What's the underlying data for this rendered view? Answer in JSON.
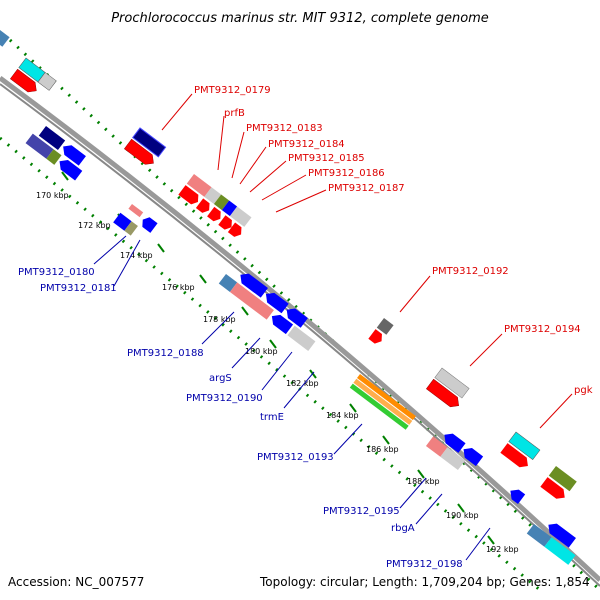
{
  "title": "Prochlorococcus marinus str. MIT 9312, complete genome",
  "footer": {
    "accession": "Accession: NC_007577",
    "summary": "Topology: circular; Length: 1,709,204 bp; Genes: 1,854"
  },
  "colors": {
    "backbone": "#999999",
    "tick_outer": "#008000",
    "forward": "#ff0000",
    "forward_dark": "#cc0000",
    "reverse": "#0000ff",
    "reverse_dark": "#000080",
    "label_forward": "#dd0000",
    "label_reverse": "#0000aa",
    "rna_gray": "#cccccc",
    "pink": "#f08080",
    "olive": "#6b8e23",
    "cyan": "#00e5e5",
    "steelblue": "#4682b4",
    "orange": "#ff8c00",
    "green": "#33cc33"
  },
  "ticks": [
    {
      "label": "170 kbp"
    },
    {
      "label": "172 kbp"
    },
    {
      "label": "174 kbp"
    },
    {
      "label": "176 kbp"
    },
    {
      "label": "178 kbp"
    },
    {
      "label": "180 kbp"
    },
    {
      "label": "182 kbp"
    },
    {
      "label": "184 kbp"
    },
    {
      "label": "186 kbp"
    },
    {
      "label": "188 kbp"
    },
    {
      "label": "190 kbp"
    },
    {
      "label": "192 kbp"
    }
  ],
  "forward_labels": [
    "PMT9312_0179",
    "prfB",
    "PMT9312_0183",
    "PMT9312_0184",
    "PMT9312_0185",
    "PMT9312_0186",
    "PMT9312_0187",
    "PMT9312_0192",
    "PMT9312_0194",
    "pgk"
  ],
  "reverse_labels": [
    "PMT9312_0180",
    "PMT9312_0181",
    "PMT9312_0188",
    "argS",
    "PMT9312_0190",
    "trmE",
    "PMT9312_0193",
    "PMT9312_0195",
    "rbgA",
    "PMT9312_0198"
  ]
}
